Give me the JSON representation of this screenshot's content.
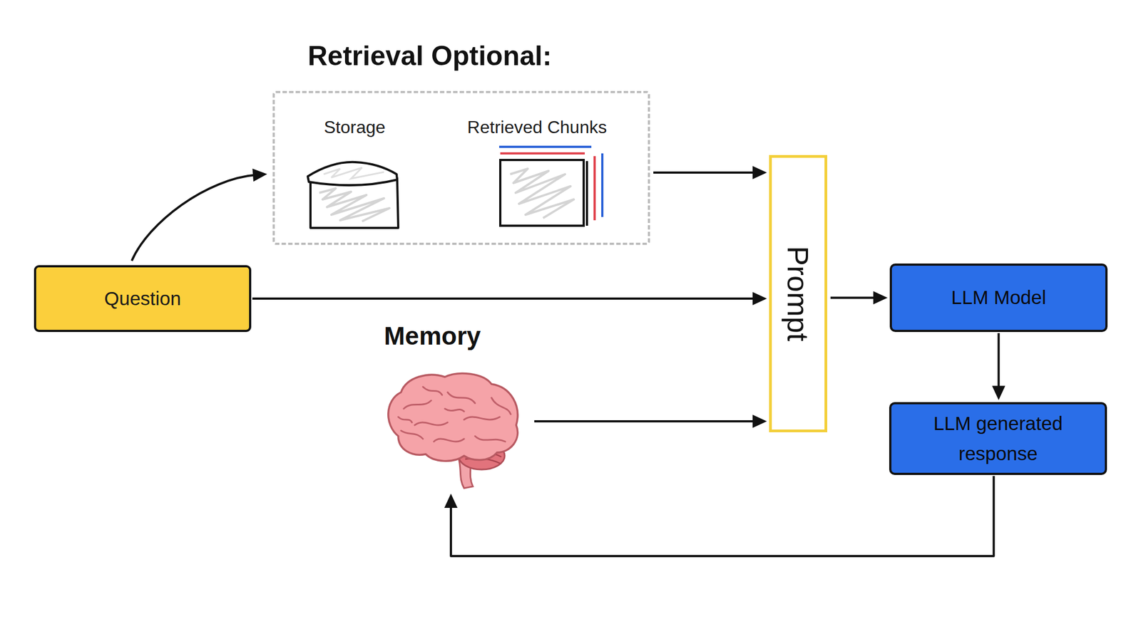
{
  "diagram": {
    "nodes": [
      {
        "text": [
          "Retrieval Optional:"
        ]
      },
      {
        "text": [
          "Storage"
        ],
        "in": 0
      },
      {
        "text": [
          "Retrieved Chunks"
        ],
        "in": 0
      },
      {
        "text": [
          "Question"
        ]
      },
      {
        "text": [
          "Memory"
        ]
      },
      {
        "text": [
          "Prompt"
        ]
      },
      {
        "text": [
          "LLM Model"
        ]
      },
      {
        "text": [
          "LLM generated response"
        ]
      }
    ],
    "edges": [
      {
        "from": 3,
        "to": 0,
        "arrow": "to"
      },
      {
        "from": 0,
        "to": 5,
        "arrow": "to"
      },
      {
        "from": 3,
        "to": 5,
        "arrow": "to"
      },
      {
        "from": 4,
        "to": 5,
        "arrow": "to"
      },
      {
        "from": 5,
        "to": 6,
        "arrow": "to"
      },
      {
        "from": 6,
        "to": 7,
        "arrow": "to"
      },
      {
        "from": 7,
        "to": 4,
        "arrow": "to"
      }
    ]
  }
}
